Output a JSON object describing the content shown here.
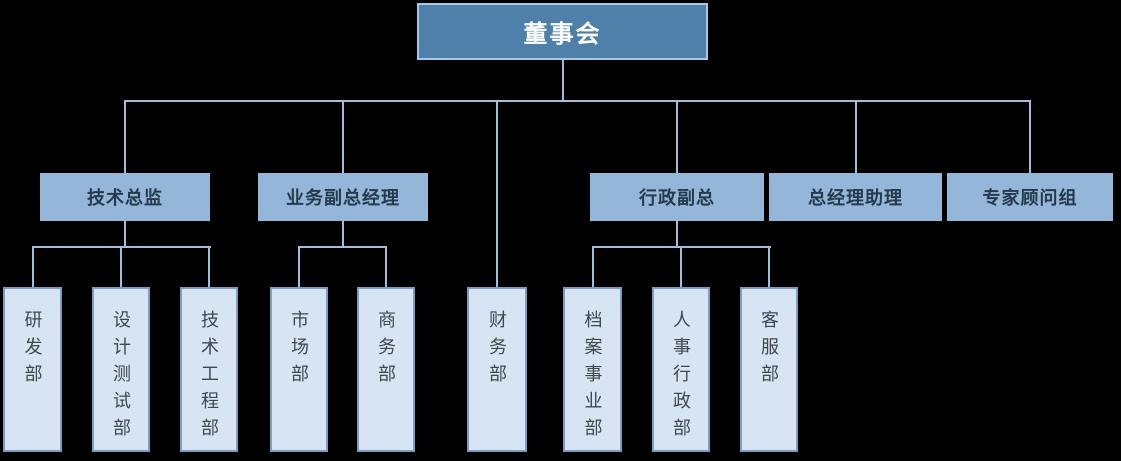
{
  "org_chart": {
    "type": "org-tree",
    "colors": {
      "background": "#000000",
      "level1_fill": "#4E80A9",
      "level1_border": "#A7C9E5",
      "level1_text": "#FFFFFF",
      "level2_fill": "#94B6D8",
      "level2_text": "#263A4D",
      "level3_fill": "#D7E4F4",
      "level3_border": "#7E9CBD",
      "level3_text": "#3F474F",
      "connector": "#A2BFD9"
    },
    "nodes": {
      "board": {
        "label": "董事会",
        "level": 1
      },
      "tech_director": {
        "label": "技术总监",
        "level": 2
      },
      "business_deputy_gm": {
        "label": "业务副总经理",
        "level": 2
      },
      "admin_deputy_gm": {
        "label": "行政副总",
        "level": 2
      },
      "gm_assistant": {
        "label": "总经理助理",
        "level": 2
      },
      "expert_advisory_group": {
        "label": "专家顾问组",
        "level": 2
      },
      "rd_dept": {
        "label": "研发部",
        "level": 3
      },
      "design_testing_dept": {
        "label": "设计测试部",
        "level": 3
      },
      "tech_engineering_dept": {
        "label": "技术工程部",
        "level": 3
      },
      "marketing_dept": {
        "label": "市场部",
        "level": 3
      },
      "commerce_dept": {
        "label": "商务部",
        "level": 3
      },
      "finance_dept": {
        "label": "财务部",
        "level": 3
      },
      "archives_dept": {
        "label": "档案事业部",
        "level": 3
      },
      "hr_admin_dept": {
        "label": "人事行政部",
        "level": 3
      },
      "customer_service_dept": {
        "label": "客服部",
        "level": 3
      }
    },
    "hierarchy": [
      {
        "parent": "board",
        "children": [
          "tech_director",
          "business_deputy_gm",
          "finance_dept",
          "admin_deputy_gm",
          "gm_assistant",
          "expert_advisory_group"
        ]
      },
      {
        "parent": "tech_director",
        "children": [
          "rd_dept",
          "design_testing_dept",
          "tech_engineering_dept"
        ]
      },
      {
        "parent": "business_deputy_gm",
        "children": [
          "marketing_dept",
          "commerce_dept"
        ]
      },
      {
        "parent": "admin_deputy_gm",
        "children": [
          "archives_dept",
          "hr_admin_dept",
          "customer_service_dept"
        ]
      }
    ]
  }
}
